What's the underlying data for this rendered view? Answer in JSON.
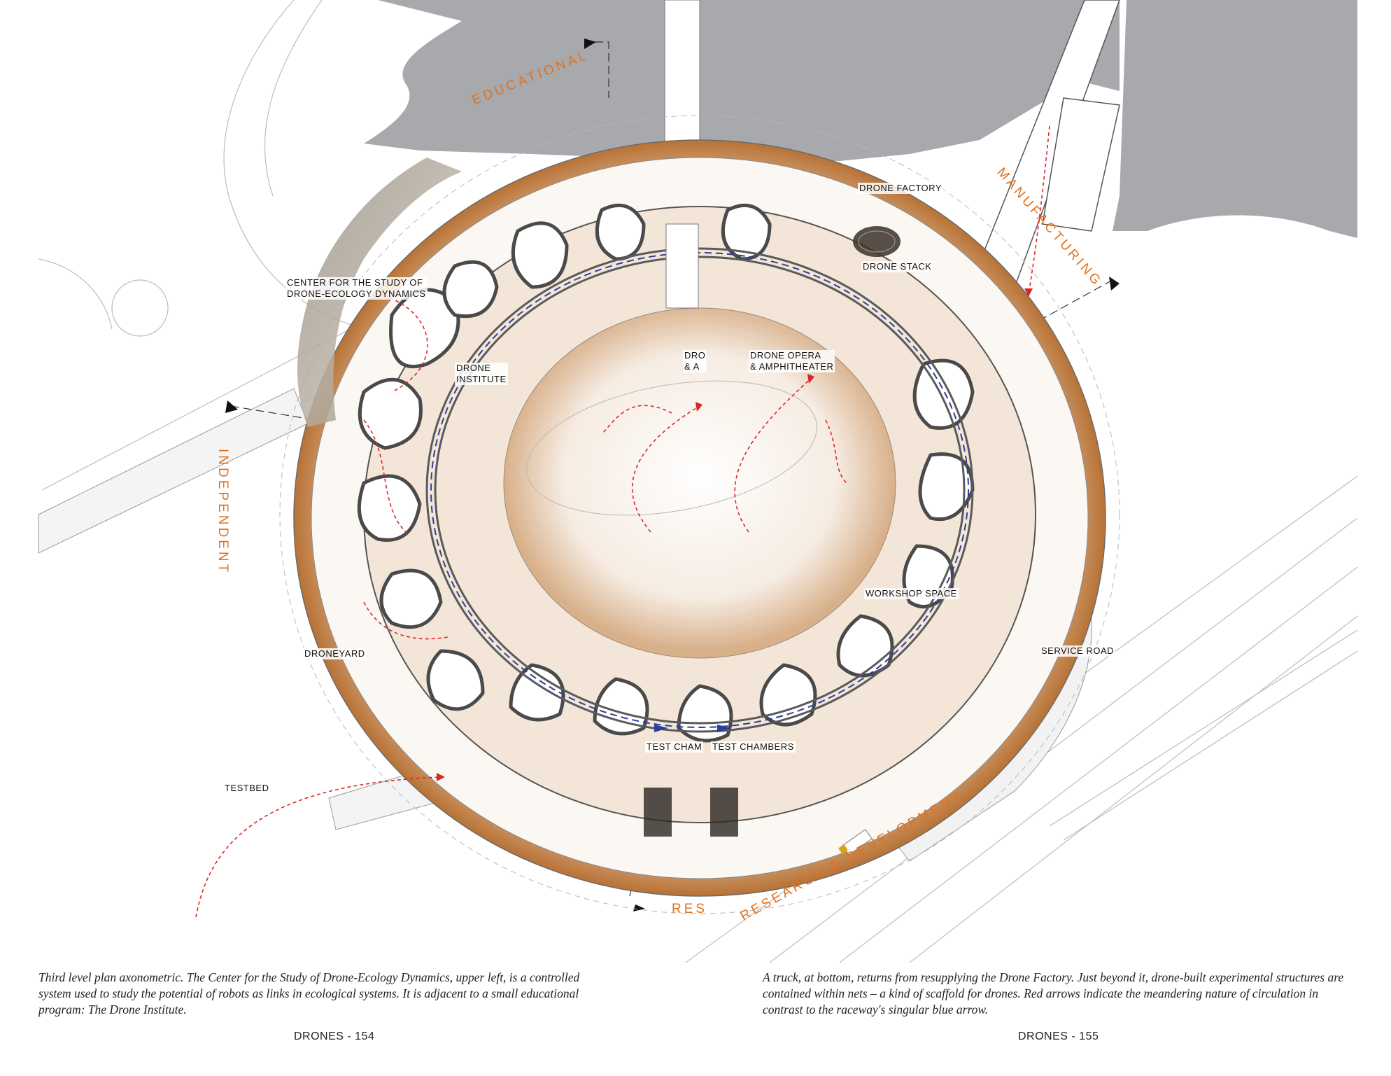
{
  "spread": {
    "left_page": {
      "caption": "Third level plan axonometric. The Center for the Study of Drone-Ecology Dynamics, upper left, is a controlled system used to study the potential of robots as links in ecological systems. It is adjacent to a small educational program: The Drone Institute.",
      "page_number": "DRONES - 154"
    },
    "right_page": {
      "caption": "A truck, at bottom, returns from resupplying the Drone Factory. Just beyond it, drone-built experimental structures are contained within nets – a kind of scaffold for drones. Red arrows indicate the meandering nature of circulation in contrast to the raceway's singular blue arrow.",
      "page_number": "DRONES - 155"
    }
  },
  "drawing": {
    "zones": {
      "educational": "EDUCATIONAL",
      "manufacturing": "MANUFACTURING",
      "independent": "INDEPENDENT",
      "research_left": "RES",
      "research_right": "RESEARCH & DEVELOPMENT"
    },
    "labels": {
      "center_study": "CENTER FOR THE STUDY OF\nDRONE-ECOLOGY DYNAMICS",
      "drone_institute": "DRONE\nINSTITUTE",
      "drone_factory": "DRONE FACTORY",
      "drone_stack": "DRONE STACK",
      "drone_opera_left": "DRO\n& A",
      "drone_opera": "DRONE OPERA\n& AMPHITHEATER",
      "workshop_space": "WORKSHOP SPACE",
      "service_road": "SERVICE ROAD",
      "droneyard": "DRONEYARD",
      "testbed": "TESTBED",
      "test_chambers_left": "TEST CHAM",
      "test_chambers_right": "TEST CHAMBERS"
    },
    "colors": {
      "zone_label": "#e2711d",
      "circulation_arrow": "#d9262b",
      "raceway_arrow": "#2b3f9e",
      "wall": "#4a4a4a",
      "terrain": "#a7a9ac",
      "interior_tone": "#b36a2a"
    }
  }
}
